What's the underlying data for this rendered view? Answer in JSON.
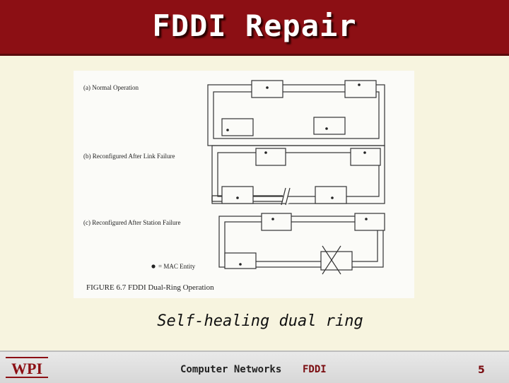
{
  "slide": {
    "title": "FDDI Repair",
    "caption": "Self-healing dual ring"
  },
  "figure": {
    "panel_a_label": "(a) Normal Operation",
    "panel_b_label": "(b) Reconfigured After Link Failure",
    "panel_c_label": "(c) Reconfigured After Station Failure",
    "legend_label": "= MAC Entity",
    "figure_caption": "FIGURE 6.7  FDDI Dual-Ring Operation"
  },
  "footer": {
    "logo_text": "WPI",
    "course": "Computer Networks",
    "topic": "FDDI",
    "page": "5"
  },
  "colors": {
    "title_bar": "#8c0f14",
    "background": "#f7f4df",
    "accent_text": "#7a0c10"
  }
}
